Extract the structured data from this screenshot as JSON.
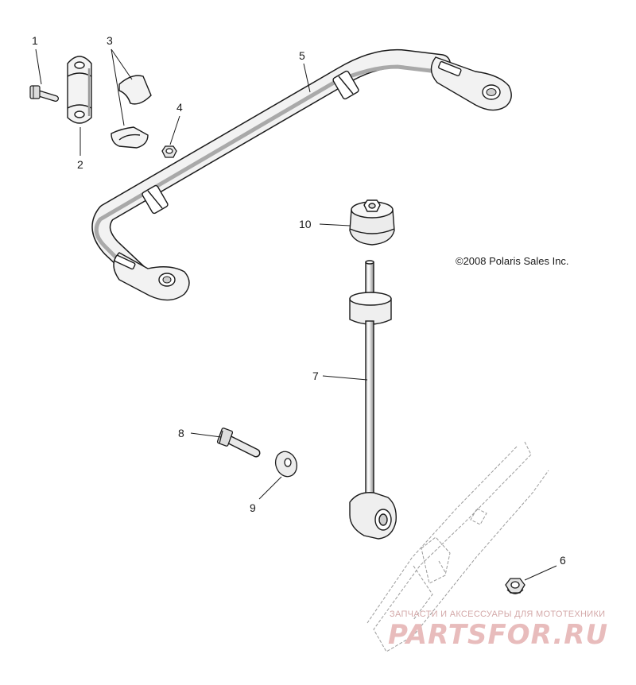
{
  "callouts": {
    "c1": "1",
    "c2": "2",
    "c3": "3",
    "c4": "4",
    "c5": "5",
    "c6": "6",
    "c7": "7",
    "c8": "8",
    "c9": "9",
    "c10": "10"
  },
  "copyright": "©2008 Polaris Sales Inc.",
  "watermark": {
    "caption": "ЗАПЧАСТИ И АКСЕССУАРЫ ДЛЯ МОТОТЕХНИКИ",
    "logo": "PARTSFOR.RU"
  },
  "colors": {
    "line": "#1a1a1a",
    "part_fill": "#f4f4f4",
    "shade": "#bdbdbd",
    "watermark": "#e8bcbc"
  }
}
